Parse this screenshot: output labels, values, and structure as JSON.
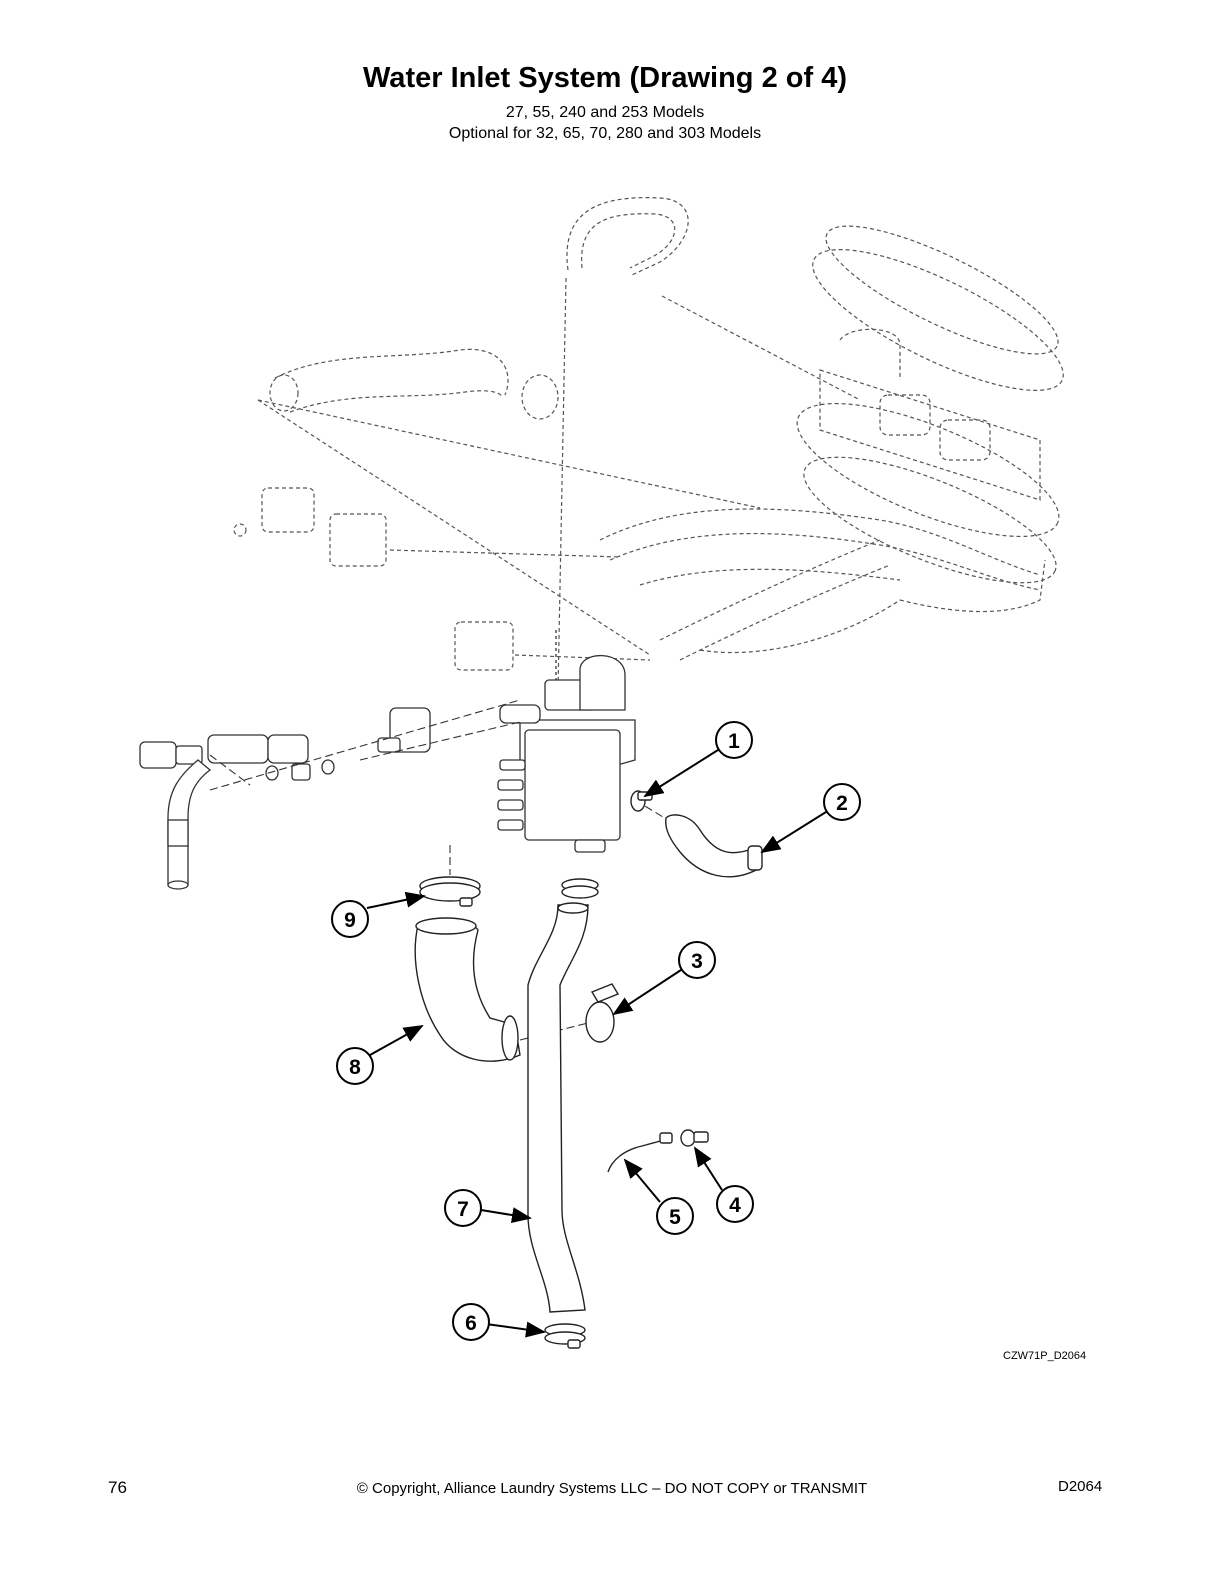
{
  "header": {
    "title": "Water Inlet System (Drawing 2 of 4)",
    "models": "27, 55, 240 and 253 Models",
    "optional_models": "Optional for 32, 65, 70, 280 and 303 Models"
  },
  "diagram": {
    "code": "CZW71P_D2064",
    "callouts": [
      {
        "number": "1",
        "part": "clamp"
      },
      {
        "number": "2",
        "part": "hose"
      },
      {
        "number": "3",
        "part": "clamp"
      },
      {
        "number": "4",
        "part": "grommet"
      },
      {
        "number": "5",
        "part": "tube"
      },
      {
        "number": "6",
        "part": "clamp"
      },
      {
        "number": "7",
        "part": "hose"
      },
      {
        "number": "8",
        "part": "hose"
      },
      {
        "number": "9",
        "part": "clamp"
      }
    ]
  },
  "footer": {
    "page_number": "76",
    "copyright": "© Copyright, Alliance Laundry Systems LLC – DO NOT COPY or TRANSMIT",
    "doc_id": "D2064"
  }
}
